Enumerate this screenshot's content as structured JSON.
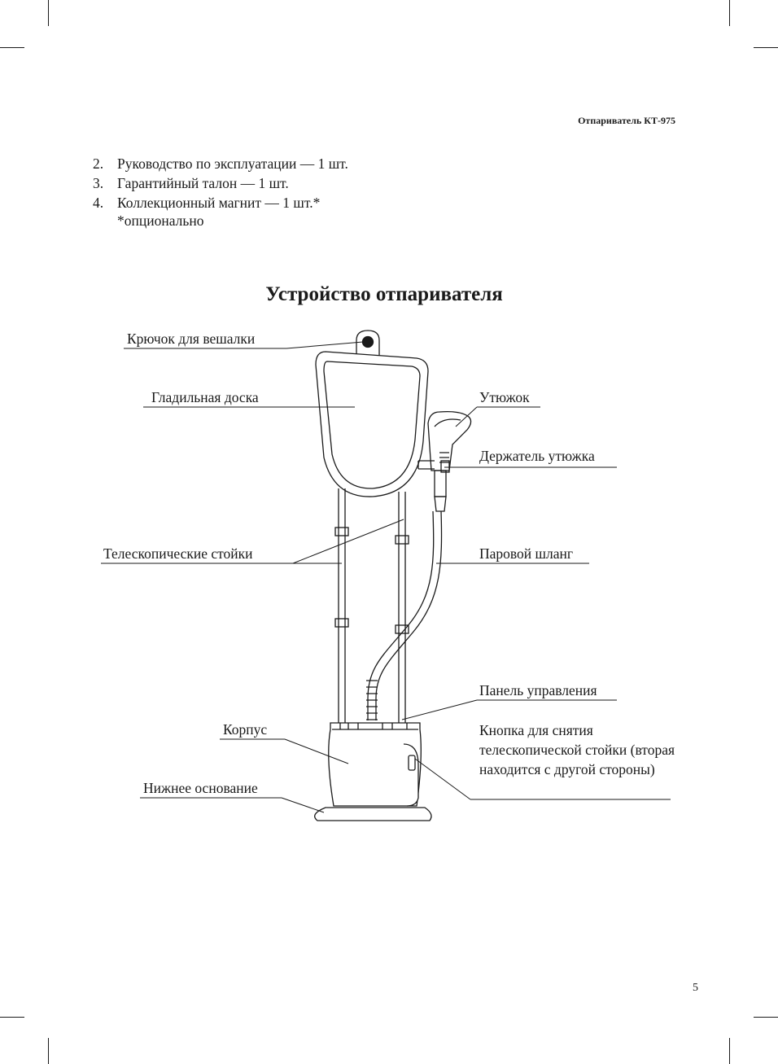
{
  "header": {
    "title": "Отпариватель КТ-975"
  },
  "package_list": [
    {
      "num": "2.",
      "text": "Руководство по эксплуатации — 1 шт."
    },
    {
      "num": "3.",
      "text": "Гарантийный талон — 1 шт."
    },
    {
      "num": "4.",
      "text": "Коллекционный магнит — 1 шт.*"
    }
  ],
  "footnote": "*опционально",
  "section_title": "Устройство отпаривателя",
  "labels": {
    "hook": "Крючок для вешалки",
    "board": "Гладильная доска",
    "iron": "Утюжок",
    "iron_holder": "Держатель утюжка",
    "poles": "Телескопические стойки",
    "hose": "Паровой шланг",
    "control_panel": "Панель управления",
    "body": "Корпус",
    "release_button": "Кнопка для снятия телескопической стойки (вторая находится с другой стороны)",
    "base": "Нижнее основание"
  },
  "page_number": "5"
}
